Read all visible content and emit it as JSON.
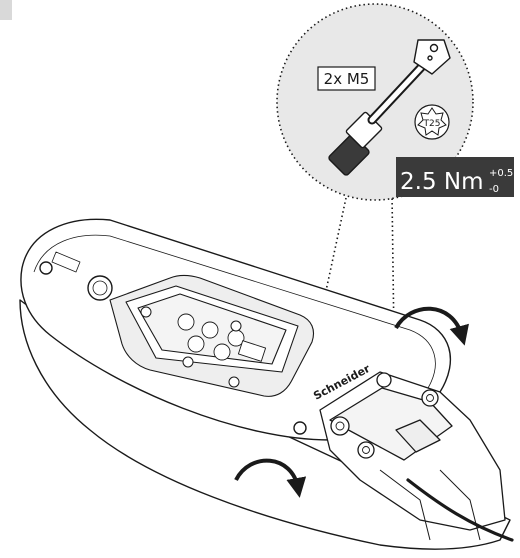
{
  "callout": {
    "screw_spec": "2x M5",
    "bit_label": "T25",
    "torque": {
      "value": "2.5 Nm",
      "tol_plus": "+0.5",
      "tol_minus": "-0"
    }
  },
  "product": {
    "brand_mark": "Schneider"
  },
  "colors": {
    "callout_fill": "#e8e8e8",
    "torque_box": "#3a3a3a",
    "torque_text": "#ffffff",
    "line": "#1a1a1a",
    "body_fill": "#ffffff",
    "gasket_fill": "#eeeeee"
  },
  "icons": {
    "rotation": "curved-arrow-icon",
    "tool": "torque-screwdriver-icon",
    "bit": "torx-bit-icon"
  }
}
